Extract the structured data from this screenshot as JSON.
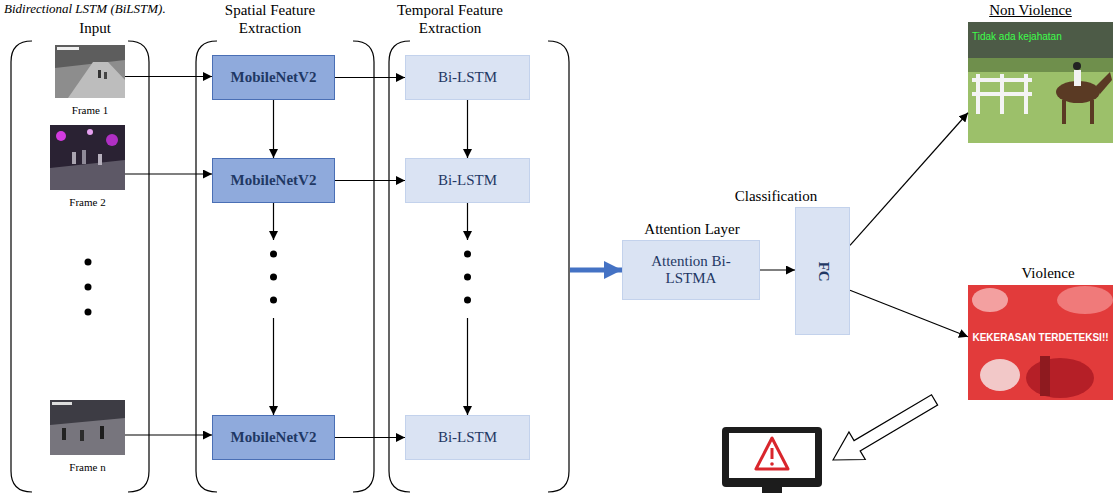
{
  "diagram": {
    "nodes": [
      {
        "text": [
          "Input"
        ]
      },
      {
        "text": [
          "Frame 1"
        ],
        "in": 0
      },
      {
        "text": [
          "Frame 2"
        ],
        "in": 0
      },
      {
        "text": [
          "Frame n"
        ],
        "in": 0
      },
      {
        "text": [
          "Spatial Feature Extraction"
        ]
      },
      {
        "text": [
          "MobileNetV2"
        ],
        "in": 4
      },
      {
        "text": [
          "MobileNetV2"
        ],
        "in": 4
      },
      {
        "text": [
          "MobileNetV2"
        ],
        "in": 4
      },
      {
        "text": [
          "Temporal Feature Extraction"
        ]
      },
      {
        "text": [
          "Bi-LSTM"
        ],
        "in": 8
      },
      {
        "text": [
          "Bi-LSTM"
        ],
        "in": 8
      },
      {
        "text": [
          "Bi-LSTM"
        ],
        "in": 8
      },
      {
        "text": [
          "Attention Layer",
          "Attention Bi-LSTMA"
        ]
      },
      {
        "text": [
          "Classification",
          "FC"
        ]
      },
      {
        "text": [
          "Non Violence",
          "Tidak ada kejahatan"
        ]
      },
      {
        "text": [
          "Violence",
          "KEKERASAN TERDETEKSI!!"
        ]
      }
    ],
    "edges": [
      {
        "from": 1,
        "to": 5,
        "arrow": "to"
      },
      {
        "from": 2,
        "to": 6,
        "arrow": "to"
      },
      {
        "from": 3,
        "to": 7,
        "arrow": "to"
      },
      {
        "from": 5,
        "to": 6,
        "arrow": "to"
      },
      {
        "from": 6,
        "to": 7,
        "arrow": "to"
      },
      {
        "from": 5,
        "to": 9,
        "arrow": "to"
      },
      {
        "from": 6,
        "to": 10,
        "arrow": "to"
      },
      {
        "from": 7,
        "to": 11,
        "arrow": "to"
      },
      {
        "from": 9,
        "to": 10,
        "arrow": "to"
      },
      {
        "from": 10,
        "to": 11,
        "arrow": "to"
      },
      {
        "from": 8,
        "to": 12,
        "arrow": "to"
      },
      {
        "from": 12,
        "to": 13,
        "arrow": "to"
      },
      {
        "from": 13,
        "to": 14,
        "arrow": "to"
      },
      {
        "from": 13,
        "to": 15,
        "arrow": "to"
      }
    ],
    "labels": [
      "Bidirectional LSTM (BiLSTM)."
    ]
  }
}
